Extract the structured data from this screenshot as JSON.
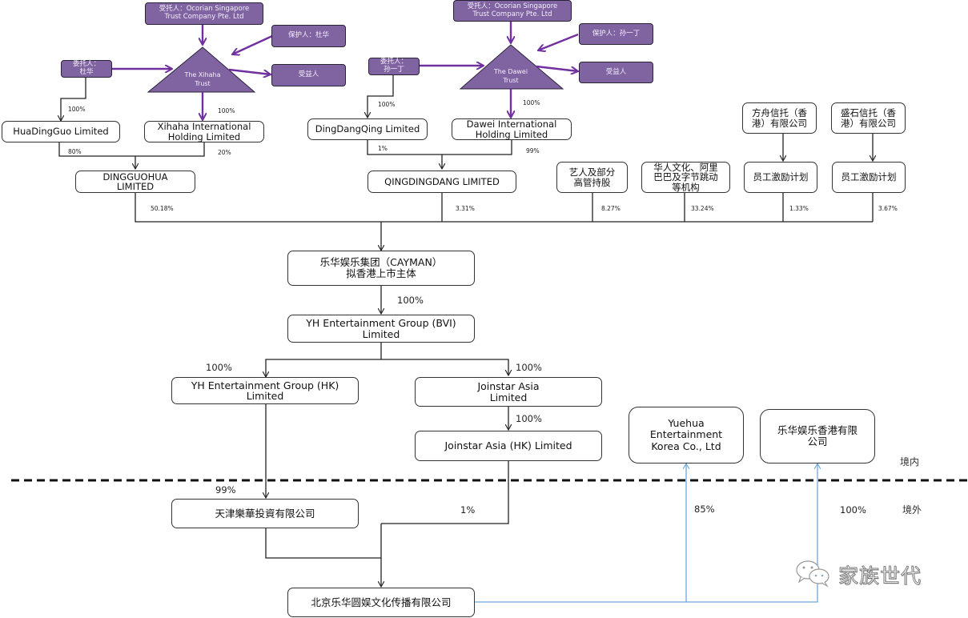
{
  "colors": {
    "trust_purple": "#8064a2",
    "trust_arrow": "#7030a0",
    "overseas_link_blue": "#6fa8dc",
    "line": "#222222"
  },
  "trust_xihaha": {
    "trustee": "受托人：Ocorian Singapore\nTrust Company Pte. Ltd",
    "protector": "保护人：杜华",
    "settlor": "委托人：\n杜华",
    "beneficiary": "受益人",
    "trust_name": "The Xihaha\nTrust"
  },
  "trust_dawei": {
    "trustee": "受托人：Ocorian Singapore\nTrust Company Pte. Ltd",
    "protector": "保护人：孙一丁",
    "settlor": "委托人：\n孙一丁",
    "beneficiary": "受益人",
    "trust_name": "The Dawei\nTrust"
  },
  "entities": {
    "huadingguo": "HuaDingGuo Limited",
    "xihaha_intl": "Xihaha International\nHolding Limited",
    "dingguohua": "DINGGUOHUA\nLIMITED",
    "dingdangqing": "DingDangQing Limited",
    "dawei_intl": "Dawei International\nHolding Limited",
    "qingdingdang": "QINGDINGDANG LIMITED",
    "artists": "艺人及部分\n高管持股",
    "institutions": "华人文化、阿里\n巴巴及字节跳动\n等机构",
    "fangzhou_trust": "方舟信托（香\n港）有限公司",
    "shengshi_trust": "盛石信托（香\n港）有限公司",
    "esop1": "员工激励计划",
    "esop2": "员工激励计划",
    "cayman": "乐华娱乐集团（CAYMAN）\n拟香港上市主体",
    "bvi": "YH Entertainment Group (BVI)\nLimited",
    "yh_hk": "YH Entertainment Group (HK)\nLimited",
    "joinstar_asia": "Joinstar Asia\nLimited",
    "joinstar_hk": "Joinstar Asia (HK) Limited",
    "yuehua_korea": "Yuehua\nEntertainment\nKorea Co., Ltd",
    "lehua_hk": "乐华娱乐香港有限\n公司",
    "tianjin": "天津樂華投資有限公司",
    "beijing": "北京乐华圆娱文化传播有限公司"
  },
  "percentages": {
    "settlor_du_to_huadingguo": "100%",
    "xihaha_trust_to_intl": "100%",
    "huadingguo_to_dingguohua": "80%",
    "xihaha_intl_to_dingguohua": "20%",
    "settlor_sun_to_dingdangqing": "100%",
    "dawei_trust_to_intl": "100%",
    "dingdangqing_to_qingdingdang": "1%",
    "dawei_intl_to_qingdingdang": "99%",
    "dingguohua_to_cayman": "50.18%",
    "qingdingdang_to_cayman": "3.31%",
    "artists_to_cayman": "8.27%",
    "institutions_to_cayman": "33.24%",
    "esop1_to_cayman": "1.33%",
    "esop2_to_cayman": "3.67%",
    "cayman_to_bvi": "100%",
    "bvi_to_yh_hk": "100%",
    "bvi_to_joinstar": "100%",
    "joinstar_to_joinstar_hk": "100%",
    "yh_hk_to_tianjin": "99%",
    "joinstar_hk_to_beijing": "1%",
    "beijing_to_korea": "85%",
    "beijing_to_lehua_hk": "100%"
  },
  "zones": {
    "upper": "境内",
    "lower": "境外"
  },
  "watermark": {
    "icon": "wechat-icon",
    "text": "家族世代"
  }
}
